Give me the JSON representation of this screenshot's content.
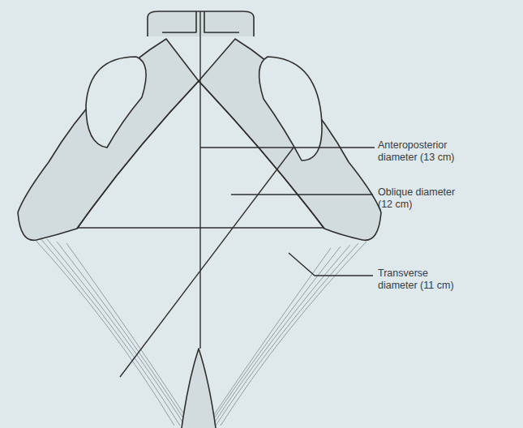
{
  "diagram": {
    "labels": [
      "Anteroposterior diameter (13 cm)",
      "Oblique diameter (12 cm)",
      "Transverse diameter (11 cm)"
    ]
  }
}
